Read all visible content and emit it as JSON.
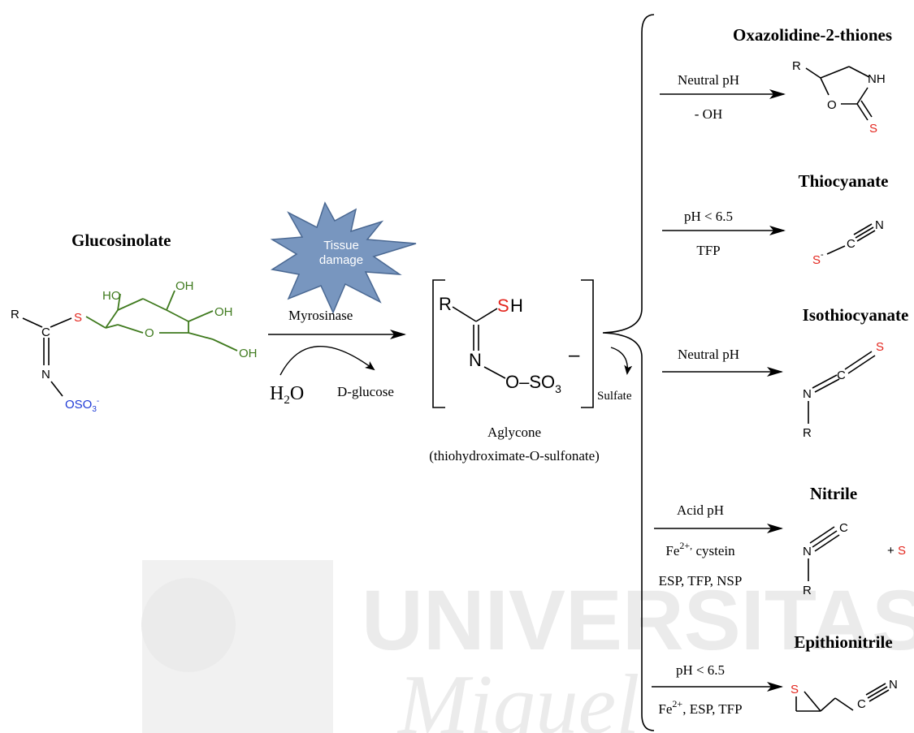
{
  "colors": {
    "sugar": "#3f7a1e",
    "sulfur": "#e3261e",
    "sulfate_group": "#1f3bd6",
    "burst_fill": "#7896bf",
    "burst_text": "#ffffff",
    "watermark": "#e6e6e6"
  },
  "watermark": {
    "line1": "UNIVERSITAS",
    "line2": "Miguel"
  },
  "glucosinolate": {
    "title": "Glucosinolate",
    "atoms": {
      "r": "R",
      "c": "C",
      "s": "S",
      "n": "N",
      "o": "O",
      "ho": "HO",
      "oh1": "OH",
      "oh2": "OH",
      "oh3": "OH",
      "oso3": "OSO",
      "oso3_sub": "3",
      "oso3_sup": "-"
    }
  },
  "burst": {
    "line1": "Tissue",
    "line2": "damage"
  },
  "reaction": {
    "enzyme": "Myrosinase",
    "water": "H",
    "water_sub": "2",
    "water_o": "O",
    "byproduct": "D-glucose"
  },
  "aglycone": {
    "atoms": {
      "r": "R",
      "s": "S",
      "h": "H",
      "n": "N",
      "oso": "O–SO",
      "sub": "3",
      "charge": "–"
    },
    "label_line1": "Aglycone",
    "label_line2": "(thiohydroximate-O-sulfonate)",
    "release": "Sulfate"
  },
  "products": [
    {
      "id": "oxazolidine",
      "title": "Oxazolidine-2-thiones",
      "above": "Neutral pH",
      "below": [
        "- OH"
      ],
      "atoms": {
        "r": "R",
        "nh": "NH",
        "o": "O",
        "s": "S"
      }
    },
    {
      "id": "thiocyanate",
      "title": "Thiocyanate",
      "above": "pH < 6.5",
      "below": [
        "TFP"
      ],
      "atoms": {
        "s": "S",
        "s_sup": "-",
        "c": "C",
        "n": "N"
      }
    },
    {
      "id": "isothiocyanate",
      "title": "Isothiocyanate",
      "above": "Neutral pH",
      "below": [],
      "atoms": {
        "s": "S",
        "c": "C",
        "n": "N",
        "r": "R"
      }
    },
    {
      "id": "nitrile",
      "title": "Nitrile",
      "above": "Acid pH",
      "below_prefix": "Fe",
      "below_sup": "2+,",
      "below_rest": " cystein",
      "below2": "ESP, TFP, NSP",
      "atoms": {
        "c": "C",
        "n": "N",
        "r": "R",
        "plus": "+ ",
        "s": "S"
      }
    },
    {
      "id": "epithionitrile",
      "title": "Epithionitrile",
      "above": "pH < 6.5",
      "below_prefix": "Fe",
      "below_sup": "2+",
      "below_rest": ",  ESP, TFP",
      "atoms": {
        "s": "S",
        "c": "C",
        "n": "N"
      }
    }
  ]
}
